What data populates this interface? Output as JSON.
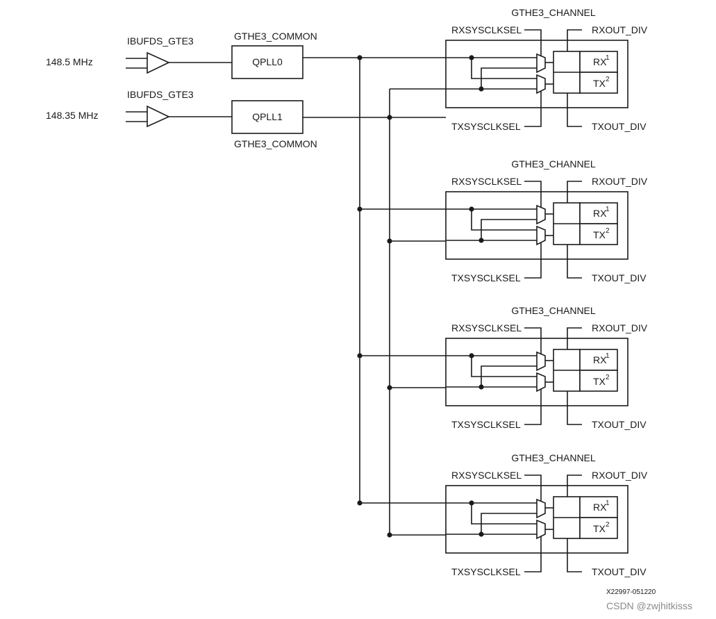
{
  "inputs": [
    {
      "freq": "148.5 MHz",
      "buffer": "IBUFDS_GTE3",
      "pll": "QPLL0",
      "common": "GTHE3_COMMON"
    },
    {
      "freq": "148.35 MHz",
      "buffer": "IBUFDS_GTE3",
      "pll": "QPLL1",
      "common": "GTHE3_COMMON"
    }
  ],
  "channel": {
    "title": "GTHE3_CHANNEL",
    "rxsel": "RXSYSCLKSEL",
    "txsel": "TXSYSCLKSEL",
    "rxdiv": "RXOUT_DIV",
    "txdiv": "TXOUT_DIV",
    "rx": "RX",
    "tx": "TX",
    "rx_sup": "1",
    "tx_sup": "2"
  },
  "channel_count": 4,
  "figure_id": "X22997-051220",
  "watermark": "CSDN @zwjhitkisss"
}
